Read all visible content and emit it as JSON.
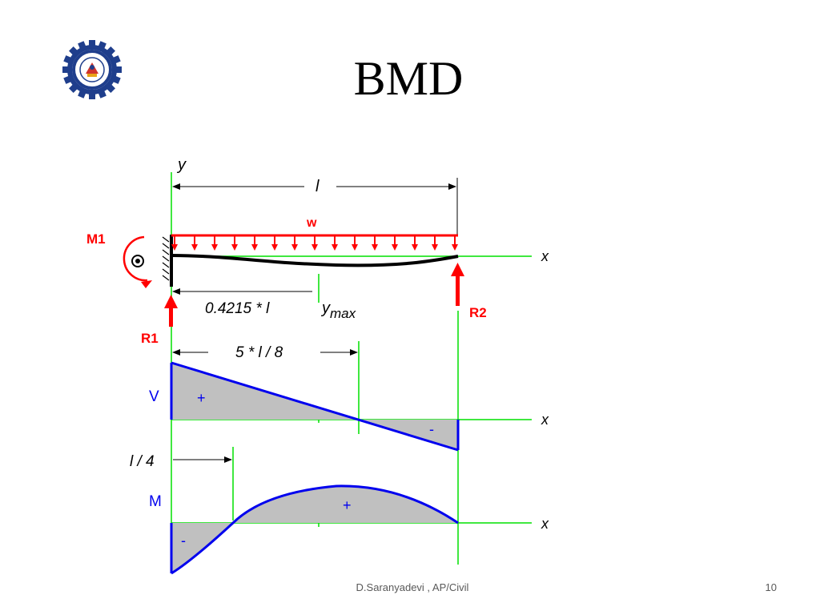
{
  "slide": {
    "title": "BMD",
    "footer_author": "D.Saranyadevi , AP/Civil",
    "page_number": "10"
  },
  "logo": {
    "icon": "college-seal-icon",
    "ring_color": "#1f3e8c",
    "gear_color": "#1f3e8c"
  },
  "diagram": {
    "beam": {
      "y_label": "y",
      "span_label": "l",
      "load_label": "w",
      "moment_label": "M1",
      "reaction_left_label": "R1",
      "reaction_right_label": "R2",
      "x_axis_label": "x",
      "deflection_position_label": "0.4215 * l",
      "deflection_max_label_base": "y",
      "deflection_max_label_sub": "max"
    },
    "shear": {
      "axis_name": "V",
      "zero_position_label": "5 * l / 8",
      "positive_sign": "+",
      "negative_sign": "-",
      "x_axis_label": "x"
    },
    "moment": {
      "axis_name": "M",
      "zero_position_label": "l / 4",
      "positive_sign": "+",
      "negative_sign": "-",
      "x_axis_label": "x"
    },
    "colors": {
      "guide": "#00e000",
      "load": "#ff0000",
      "diagram_line": "#0000ee",
      "fill": "#c0c0c0",
      "label_blue": "#0000ee",
      "label_red": "#ff0000"
    }
  }
}
